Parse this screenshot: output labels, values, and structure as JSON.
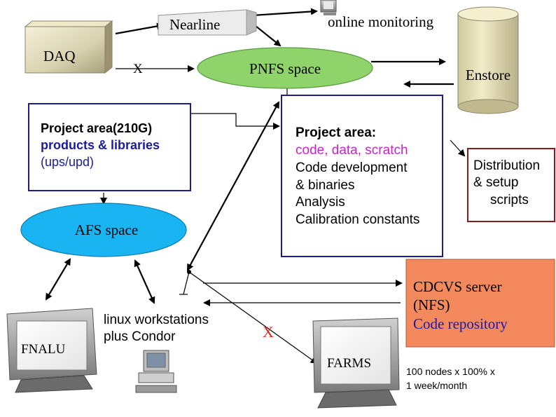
{
  "nodes": {
    "nearline": "Nearline",
    "online_monitoring": "online monitoring",
    "daq": "DAQ",
    "x_mark_top": "X",
    "pnfs": "PNFS space",
    "enstore": "Enstore",
    "project_area_left": [
      "Project area(210G)",
      "products & libraries",
      "(ups/upd)"
    ],
    "project_area_right": [
      "Project area:",
      "code, data, scratch",
      "Code development",
      "& binaries",
      "Analysis",
      "Calibration constants"
    ],
    "distribution": [
      "Distribution",
      "& setup",
      "scripts"
    ],
    "afs": "AFS space",
    "cdcvs": [
      "CDCVS server",
      "(NFS)",
      "Code repository"
    ],
    "linux": [
      "linux workstations",
      "plus Condor"
    ],
    "x_mark_bottom": "X",
    "fnalu": "FNALU",
    "farms": "FARMS",
    "farms_note": [
      "100 nodes x 100% x",
      "1 week/month"
    ]
  },
  "colors": {
    "blue_text": "#1a1aa6",
    "magenta_text": "#cc22cc",
    "red_x": "#e0241b",
    "pnfs_fill": "#8fd46a",
    "afs_fill": "#1bb4f2",
    "cdcvs_fill": "#f5895e",
    "box_border_blue": "#1c1c8c",
    "box_border_red": "#8b1a1a"
  }
}
